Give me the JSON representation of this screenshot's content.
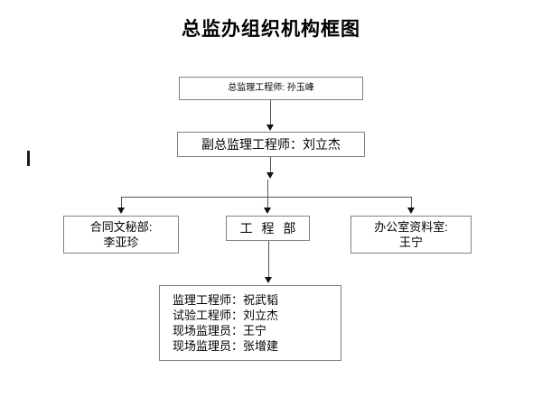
{
  "title": "总监办组织机构框图",
  "colors": {
    "background": "#ffffff",
    "box_border": "#808080",
    "connector": "#555555",
    "arrow": "#111111",
    "text": "#000000"
  },
  "chart_data": {
    "type": "diagram",
    "diagram_kind": "organization-chart",
    "title": "总监办组织机构框图",
    "nodes": [
      {
        "id": "director",
        "level": 1,
        "lines": [
          "总监理工程师: 孙玉峰"
        ],
        "role": "总监理工程师",
        "person": "孙玉峰"
      },
      {
        "id": "deputy",
        "level": 2,
        "lines": [
          "副总监理工程师：刘立杰"
        ],
        "role": "副总监理工程师",
        "person": "刘立杰"
      },
      {
        "id": "contract",
        "level": 3,
        "lines": [
          "合同文秘部:",
          "李亚珍"
        ],
        "role": "合同文秘部",
        "person": "李亚珍"
      },
      {
        "id": "engineering",
        "level": 3,
        "lines": [
          "工 程 部"
        ],
        "role": "工 程 部",
        "person": ""
      },
      {
        "id": "office",
        "level": 3,
        "lines": [
          "办公室资料室:",
          "王宁"
        ],
        "role": "办公室资料室",
        "person": "王宁"
      },
      {
        "id": "staff",
        "level": 4,
        "lines": [
          "监理工程师：祝武韬",
          "试验工程师：刘立杰",
          "现场监理员：王宁",
          "现场监理员：张增建"
        ],
        "members": [
          {
            "role": "监理工程师",
            "person": "祝武韬"
          },
          {
            "role": "试验工程师",
            "person": "刘立杰"
          },
          {
            "role": "现场监理员",
            "person": "王宁"
          },
          {
            "role": "现场监理员",
            "person": "张增建"
          }
        ]
      }
    ],
    "edges": [
      {
        "from": "director",
        "to": "deputy",
        "style": "arrow-down"
      },
      {
        "from": "deputy",
        "to": "contract",
        "style": "bus-arrow-down"
      },
      {
        "from": "deputy",
        "to": "engineering",
        "style": "bus-arrow-down"
      },
      {
        "from": "deputy",
        "to": "office",
        "style": "bus-arrow-down"
      },
      {
        "from": "engineering",
        "to": "staff",
        "style": "arrow-down"
      }
    ]
  }
}
